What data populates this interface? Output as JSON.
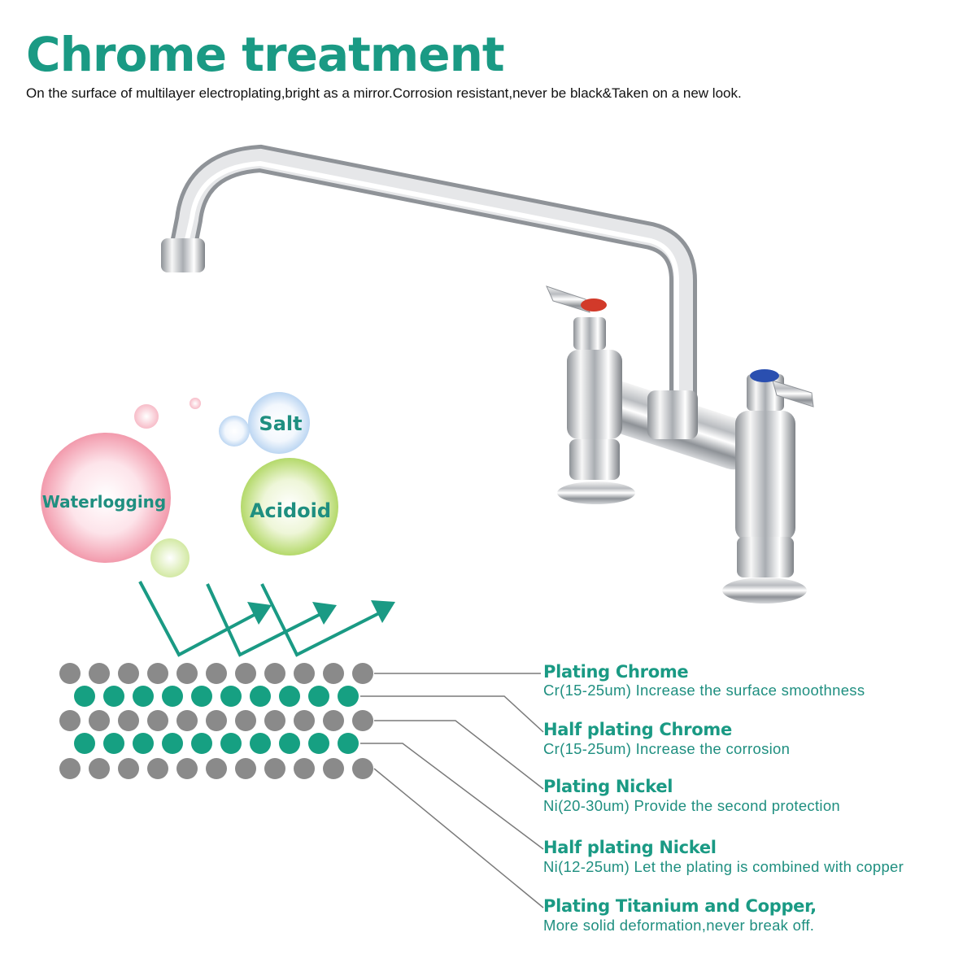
{
  "header": {
    "title": "Chrome treatment",
    "subtitle": "On the surface of multilayer electroplating,bright as a mirror.Corrosion resistant,never be black&Taken on a new look."
  },
  "bubbles": [
    {
      "label": "Waterlogging",
      "color": "#f4a6b4"
    },
    {
      "label": "Salt",
      "color": "#c8def5"
    },
    {
      "label": "Acidoid",
      "color": "#bfe07a"
    }
  ],
  "layers": [
    {
      "title": "Plating Chrome",
      "description": "Cr(15-25um) Increase the surface smoothness"
    },
    {
      "title": "Half plating Chrome",
      "description": "Cr(15-25um) Increase the corrosion"
    },
    {
      "title": "Plating Nickel",
      "description": "Ni(20-30um) Provide the second protection"
    },
    {
      "title": "Half plating Nickel",
      "description": "Ni(12-25um) Let the plating is combined with copper"
    },
    {
      "title": "Plating Titanium and Copper,",
      "description": "More solid deformation,never break off."
    }
  ],
  "colors": {
    "accent": "#1a9a84",
    "grey_dot": "#8a8a8a",
    "green_dot": "#16a082"
  },
  "faucet": {
    "handle_hot_color": "#d23a2a",
    "handle_cold_color": "#2a4fb0"
  }
}
